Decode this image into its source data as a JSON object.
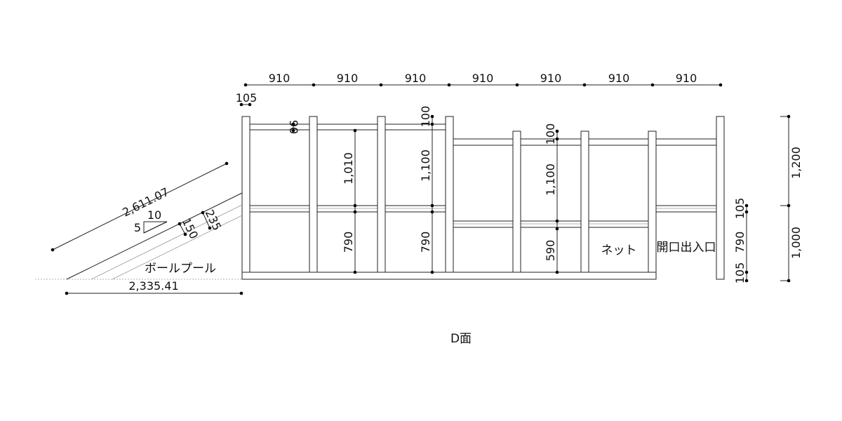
{
  "title": "D面",
  "top_dimensions": [
    "910",
    "910",
    "910",
    "910",
    "910",
    "910",
    "910"
  ],
  "dims": {
    "post_width": "105",
    "rail_90": "90",
    "rail_100_left": "100",
    "rail_100_right": "100",
    "h_1010": "1,010",
    "h_1100_left": "1,100",
    "h_1100_right": "1,100",
    "h_790_a": "790",
    "h_790_b": "790",
    "h_590": "590",
    "right_1200": "1,200",
    "right_1000": "1,000",
    "right_105_top": "105",
    "right_790": "790",
    "right_105_bottom": "105",
    "slope_length": "2,611.07",
    "base_length": "2,335.41",
    "slope_235": "235",
    "slope_150": "150",
    "ratio_run": "10",
    "ratio_rise": "5"
  },
  "labels": {
    "ball_pool": "ボールプール",
    "net": "ネット",
    "entrance": "開口出入口"
  }
}
